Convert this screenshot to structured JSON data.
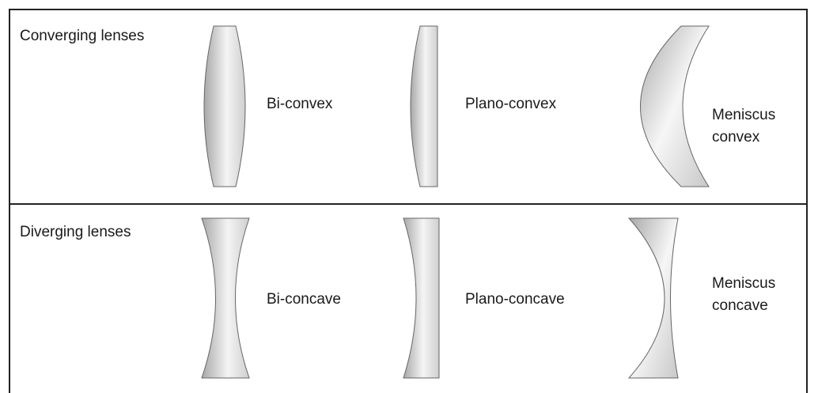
{
  "converging": {
    "heading": "Converging lenses",
    "lenses": [
      {
        "type": "bi-convex",
        "label": "Bi-convex"
      },
      {
        "type": "plano-convex",
        "label": "Plano-convex"
      },
      {
        "type": "meniscus-convex",
        "label_line1": "Meniscus",
        "label_line2": "convex"
      }
    ]
  },
  "diverging": {
    "heading": "Diverging lenses",
    "lenses": [
      {
        "type": "bi-concave",
        "label": "Bi-concave"
      },
      {
        "type": "plano-concave",
        "label": "Plano-concave"
      },
      {
        "type": "meniscus-concave",
        "label_line1": "Meniscus",
        "label_line2": "concave"
      }
    ]
  },
  "colors": {
    "border": "#222222",
    "lens_fill_light": "#f2f2f2",
    "lens_fill_dark": "#9a9a9a",
    "lens_stroke": "#555555"
  }
}
